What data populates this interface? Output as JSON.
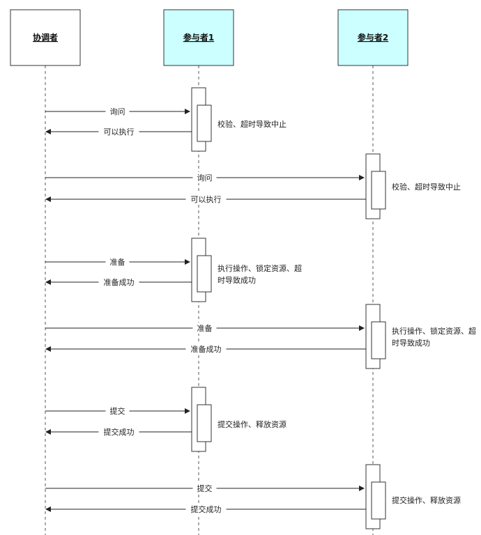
{
  "participants": [
    {
      "name": "协调者",
      "fill": "#ffffff"
    },
    {
      "name": "参与者1",
      "fill": "#ccffff"
    },
    {
      "name": "参与者2",
      "fill": "#ccffff"
    }
  ],
  "messages": [
    {
      "from": "协调者",
      "to": "参与者1",
      "label": "询问"
    },
    {
      "from": "参与者1",
      "to": "协调者",
      "label": "可以执行"
    },
    {
      "from": "协调者",
      "to": "参与者2",
      "label": "询问"
    },
    {
      "from": "参与者2",
      "to": "协调者",
      "label": "可以执行"
    },
    {
      "from": "协调者",
      "to": "参与者1",
      "label": "准备"
    },
    {
      "from": "参与者1",
      "to": "协调者",
      "label": "准备成功"
    },
    {
      "from": "协调者",
      "to": "参与者2",
      "label": "准备"
    },
    {
      "from": "参与者2",
      "to": "协调者",
      "label": "准备成功"
    },
    {
      "from": "协调者",
      "to": "参与者1",
      "label": "提交"
    },
    {
      "from": "参与者1",
      "to": "协调者",
      "label": "提交成功"
    },
    {
      "from": "协调者",
      "to": "参与者2",
      "label": "提交"
    },
    {
      "from": "参与者2",
      "to": "协调者",
      "label": "提交成功"
    }
  ],
  "notes": [
    {
      "participant": "参与者1",
      "lines": [
        "校验、超时导致中止"
      ]
    },
    {
      "participant": "参与者2",
      "lines": [
        "校验、超时导致中止"
      ]
    },
    {
      "participant": "参与者1",
      "lines": [
        "执行操作、锁定资源、超",
        "时导致成功"
      ]
    },
    {
      "participant": "参与者2",
      "lines": [
        "执行操作、锁定资源、超",
        "时导致成功"
      ]
    },
    {
      "participant": "参与者1",
      "lines": [
        "提交操作、释放资源"
      ]
    },
    {
      "participant": "参与者2",
      "lines": [
        "提交操作、释放资源"
      ]
    }
  ]
}
